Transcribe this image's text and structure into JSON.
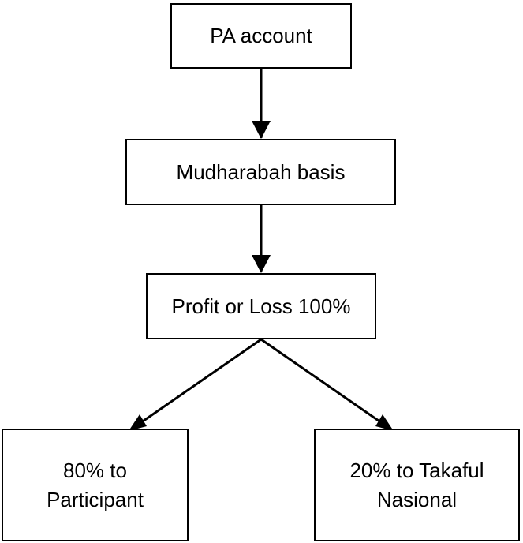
{
  "nodes": {
    "pa_account": {
      "lines": [
        "PA account"
      ]
    },
    "mudharabah": {
      "lines": [
        "Mudharabah basis"
      ]
    },
    "profit_loss": {
      "lines": [
        "Profit or Loss 100%"
      ]
    },
    "participant": {
      "lines": [
        "80% to",
        "Participant"
      ]
    },
    "takaful": {
      "lines": [
        "20% to Takaful",
        "Nasional"
      ]
    }
  },
  "edges": [
    {
      "from": "pa_account",
      "to": "mudharabah"
    },
    {
      "from": "mudharabah",
      "to": "profit_loss"
    },
    {
      "from": "profit_loss",
      "to": "participant"
    },
    {
      "from": "profit_loss",
      "to": "takaful"
    }
  ],
  "colors": {
    "stroke": "#000000",
    "fill": "#ffffff"
  }
}
